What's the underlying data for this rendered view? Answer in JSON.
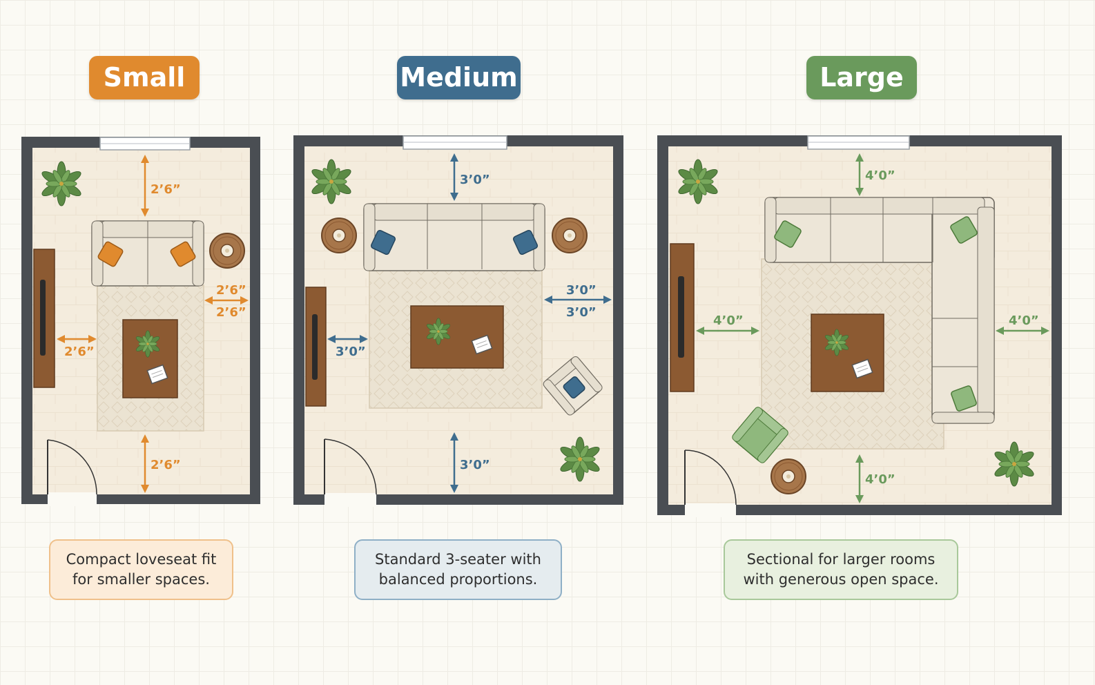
{
  "labels": {
    "small": "Small",
    "medium": "Medium",
    "large": "Large"
  },
  "captions": {
    "small": "Compact loveseat fit\nfor smaller spaces.",
    "medium": "Standard 3-seater with\nbalanced proportions.",
    "large": "Sectional for larger rooms\nwith generous open space."
  },
  "dims": {
    "small": {
      "top": "2’6”",
      "side_a": "2’6”",
      "side_b": "2’6”",
      "left": "2’6”",
      "bottom": "2’6”"
    },
    "medium": {
      "top": "3’0”",
      "side_a": "3’0”",
      "side_b": "3’0”",
      "left": "3’0”",
      "bottom": "3’0”"
    },
    "large": {
      "top": "4’0”",
      "left": "4’0”",
      "right": "4’0”",
      "bottom": "4’0”"
    }
  },
  "colors": {
    "small": "#e08a2e",
    "medium": "#3f6d8e",
    "large": "#6a9a5c",
    "wall": "#4a4e53",
    "floor": "#f4ecdd",
    "wood": "#8c5a32",
    "sofa": "#ede6d8",
    "rug": "#e8dfcd",
    "plant": "#5c8a45"
  },
  "icons": [
    "plant-icon",
    "book-icon",
    "lamp-icon",
    "tv-icon",
    "door-icon",
    "window-icon",
    "pillow-icon",
    "arrow-icon"
  ]
}
